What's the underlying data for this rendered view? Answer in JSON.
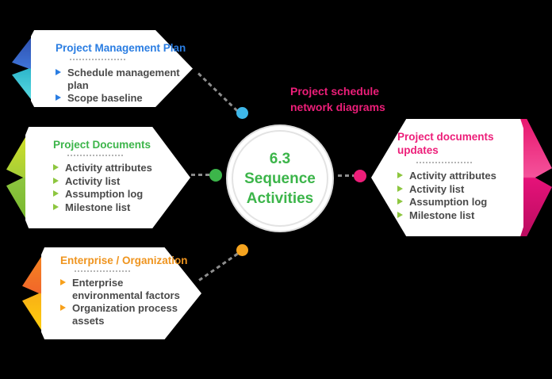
{
  "diagram_title": "6.3 Sequence Activities process diagram",
  "center": {
    "line1": "6.3",
    "line2": "Sequence",
    "line3": "Activities",
    "text_color": "#3cb54a"
  },
  "label": {
    "text": "Project schedule network diagrams",
    "color": "#ed1e79"
  },
  "cards": {
    "pmp": {
      "title": "Project Management Plan",
      "title_color": "#2a7de2",
      "bullet_color": "#2a7de2",
      "ribbon_colors": [
        "#2b4aa8",
        "#3f74d8",
        "#2eb6cb",
        "#63e3e7"
      ],
      "items": [
        "Schedule management plan",
        "Scope baseline"
      ]
    },
    "docs": {
      "title": "Project Documents",
      "title_color": "#3cb54a",
      "bullet_color": "#8dc63f",
      "ribbon_colors": [
        "#d9e226",
        "#a5ce37",
        "#8dc63f",
        "#74b52b"
      ],
      "items": [
        "Activity attributes",
        "Activity list",
        "Assumption log",
        "Milestone list"
      ]
    },
    "ent": {
      "title": "Enterprise / Organization",
      "title_color": "#ef941e",
      "bullet_color": "#f7a01b",
      "ribbon_colors": [
        "#f68b1f",
        "#f1662a",
        "#f9b016",
        "#ffd60b"
      ],
      "items": [
        "Enterprise environmental factors",
        "Organization process assets"
      ]
    },
    "upd": {
      "title": "Project documents updates",
      "title_color": "#ed1e79",
      "bullet_color": "#8dc63f",
      "ribbon_colors": [
        "#e8176f",
        "#f4539b",
        "#e51279",
        "#bb0c60"
      ],
      "items": [
        "Activity attributes",
        "Activity list",
        "Assumption log",
        "Milestone list"
      ]
    }
  },
  "connectors": {
    "dash_color": "#8d8d8d",
    "dot_colors": {
      "blue": "#3eb7e9",
      "green": "#3cb54a",
      "orange": "#f6a41f",
      "pink": "#ed1e79"
    }
  }
}
